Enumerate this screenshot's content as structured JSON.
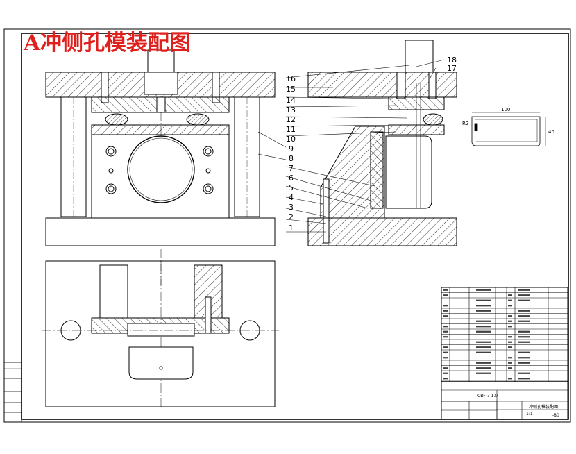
{
  "title": "A冲侧孔模装配图",
  "balloons": [
    "1",
    "2",
    "3",
    "4",
    "5",
    "6",
    "7",
    "8",
    "9",
    "10",
    "11",
    "12",
    "13",
    "14",
    "15",
    "16",
    "17",
    "18"
  ],
  "part_sketch": {
    "dim_top": "100",
    "dim_right": "40",
    "dim_left": "R2"
  },
  "title_block": {
    "drawing_no": "CBF 7-1.0",
    "drawing_name": "冲侧孔模装配图",
    "scale": "1:1",
    "sheet": "-80"
  },
  "colors": {
    "title": "#e0201c",
    "line": "#000000",
    "paper": "#ffffff"
  }
}
